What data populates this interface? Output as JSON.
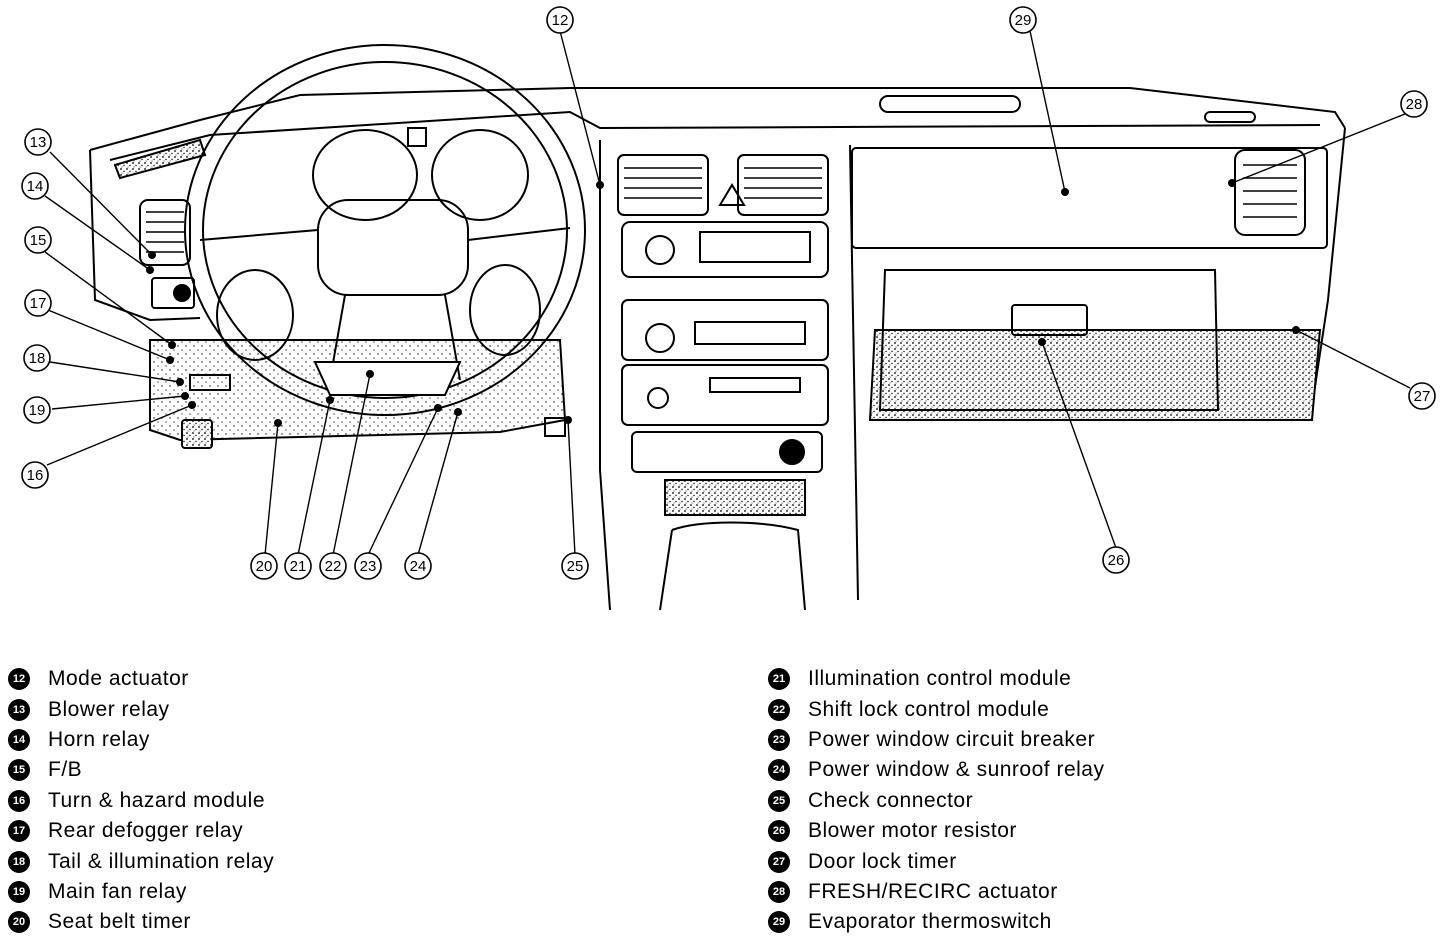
{
  "callouts": [
    {
      "num": "12",
      "label": "Mode actuator"
    },
    {
      "num": "13",
      "label": "Blower relay"
    },
    {
      "num": "14",
      "label": "Horn relay"
    },
    {
      "num": "15",
      "label": "F/B"
    },
    {
      "num": "16",
      "label": "Turn & hazard module"
    },
    {
      "num": "17",
      "label": "Rear defogger relay"
    },
    {
      "num": "18",
      "label": "Tail & illumination relay"
    },
    {
      "num": "19",
      "label": "Main fan relay"
    },
    {
      "num": "20",
      "label": "Seat belt timer"
    },
    {
      "num": "21",
      "label": "Illumination control module"
    },
    {
      "num": "22",
      "label": "Shift lock control module"
    },
    {
      "num": "23",
      "label": "Power window circuit breaker"
    },
    {
      "num": "24",
      "label": "Power window & sunroof relay"
    },
    {
      "num": "25",
      "label": "Check connector"
    },
    {
      "num": "26",
      "label": "Blower motor resistor"
    },
    {
      "num": "27",
      "label": "Door lock timer"
    },
    {
      "num": "28",
      "label": "FRESH/RECIRC actuator"
    },
    {
      "num": "29",
      "label": "Evaporator thermoswitch"
    }
  ]
}
